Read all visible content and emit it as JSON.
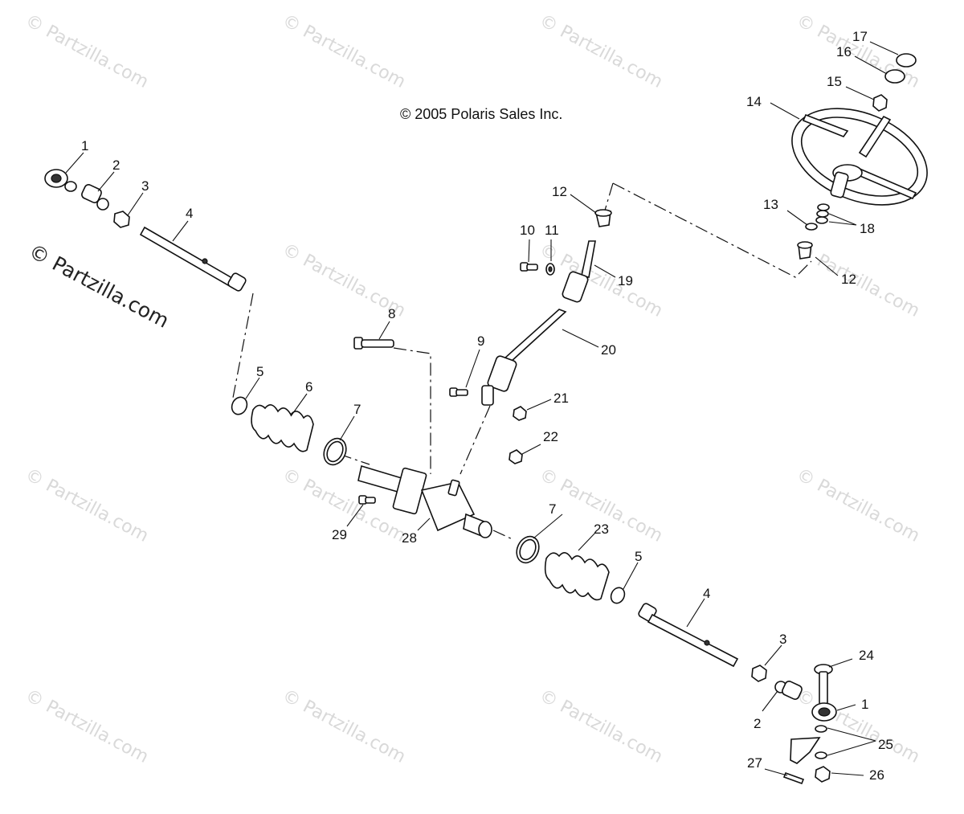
{
  "copyright": "© 2005 Polaris Sales Inc.",
  "watermark": "© Partzilla.com",
  "part_numbers": {
    "p1a": "1",
    "p2a": "2",
    "p3a": "3",
    "p4a": "4",
    "p5a": "5",
    "p6": "6",
    "p7a": "7",
    "p8": "8",
    "p9": "9",
    "p10": "10",
    "p11": "11",
    "p12a": "12",
    "p12b": "12",
    "p13": "13",
    "p14": "14",
    "p15": "15",
    "p16": "16",
    "p17": "17",
    "p18": "18",
    "p19": "19",
    "p20": "20",
    "p21": "21",
    "p22": "22",
    "p23": "23",
    "p24": "24",
    "p25": "25",
    "p26": "26",
    "p27": "27",
    "p28": "28",
    "p29": "29",
    "p7b": "7",
    "p5b": "5",
    "p4b": "4",
    "p3b": "3",
    "p2b": "2",
    "p1b": "1"
  }
}
